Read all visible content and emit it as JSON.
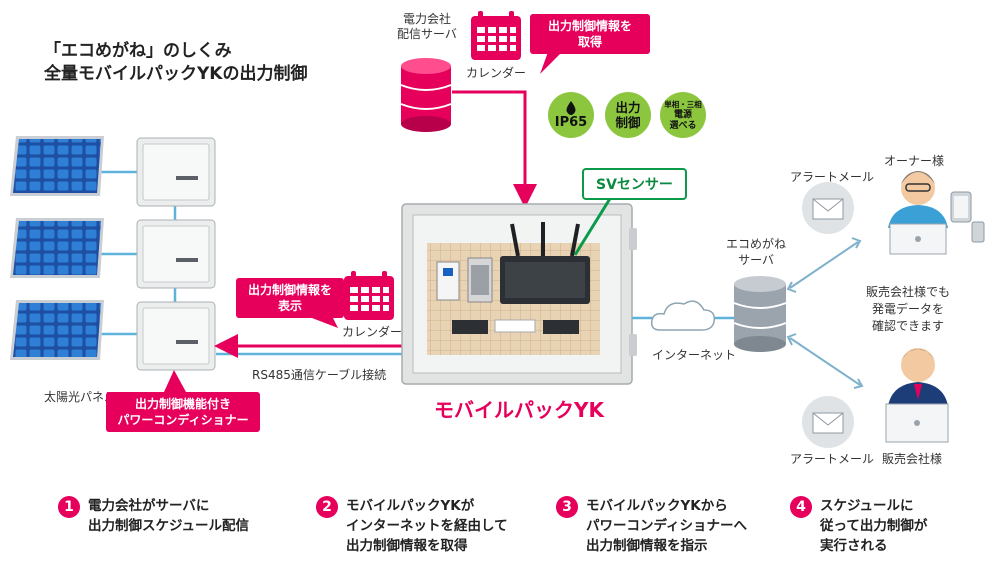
{
  "title": {
    "line1": "「エコめがね」のしくみ",
    "line2": "全量モバイルパックYKの出力制御"
  },
  "solar_label": "太陽光パネル",
  "pcs_label": {
    "line1": "出力制御機能付き",
    "line2": "パワーコンディショナー"
  },
  "cable_label": "RS485通信ケーブル接続",
  "calendar_label": "カレンダー",
  "callout_left": {
    "line1": "出力制御情報を",
    "line2": "表示"
  },
  "power_company": {
    "line1": "電力会社",
    "line2": "配信サーバ"
  },
  "callout_top": {
    "line1": "出力制御情報を",
    "line2": "取得"
  },
  "badges": [
    {
      "line1": "IP65",
      "line2": ""
    },
    {
      "line1": "出力",
      "line2": "制御"
    },
    {
      "line1": "単相・三相",
      "line2": "電源",
      "line3": "選べる"
    }
  ],
  "sv_sensor": "SVセンサー",
  "product_name": "モバイルパックYK",
  "internet_label": "インターネット",
  "server_label": {
    "line1": "エコめがね",
    "line2": "サーバ"
  },
  "alert_mail": "アラートメール",
  "owner_label": "オーナー様",
  "seller_label": "販売会社様",
  "confirm_text": {
    "line1": "販売会社様でも",
    "line2": "発電データを",
    "line3": "確認できます"
  },
  "steps": [
    {
      "num": "1",
      "line1": "電力会社がサーバに",
      "line2": "出力制御スケジュール配信",
      "line3": ""
    },
    {
      "num": "2",
      "line1": "モバイルパックYKが",
      "line2": "インターネットを経由して",
      "line3": "出力制御情報を取得"
    },
    {
      "num": "3",
      "line1": "モバイルパックYKから",
      "line2": "パワーコンディショナーへ",
      "line3": "出力制御情報を指示"
    },
    {
      "num": "4",
      "line1": "スケジュールに",
      "line2": "従って出力制御が",
      "line3": "実行される"
    }
  ],
  "colors": {
    "accent": "#e6005c",
    "green": "#8cc63f",
    "sv_green": "#0a9a4a",
    "line_blue": "#5fb3d9"
  }
}
